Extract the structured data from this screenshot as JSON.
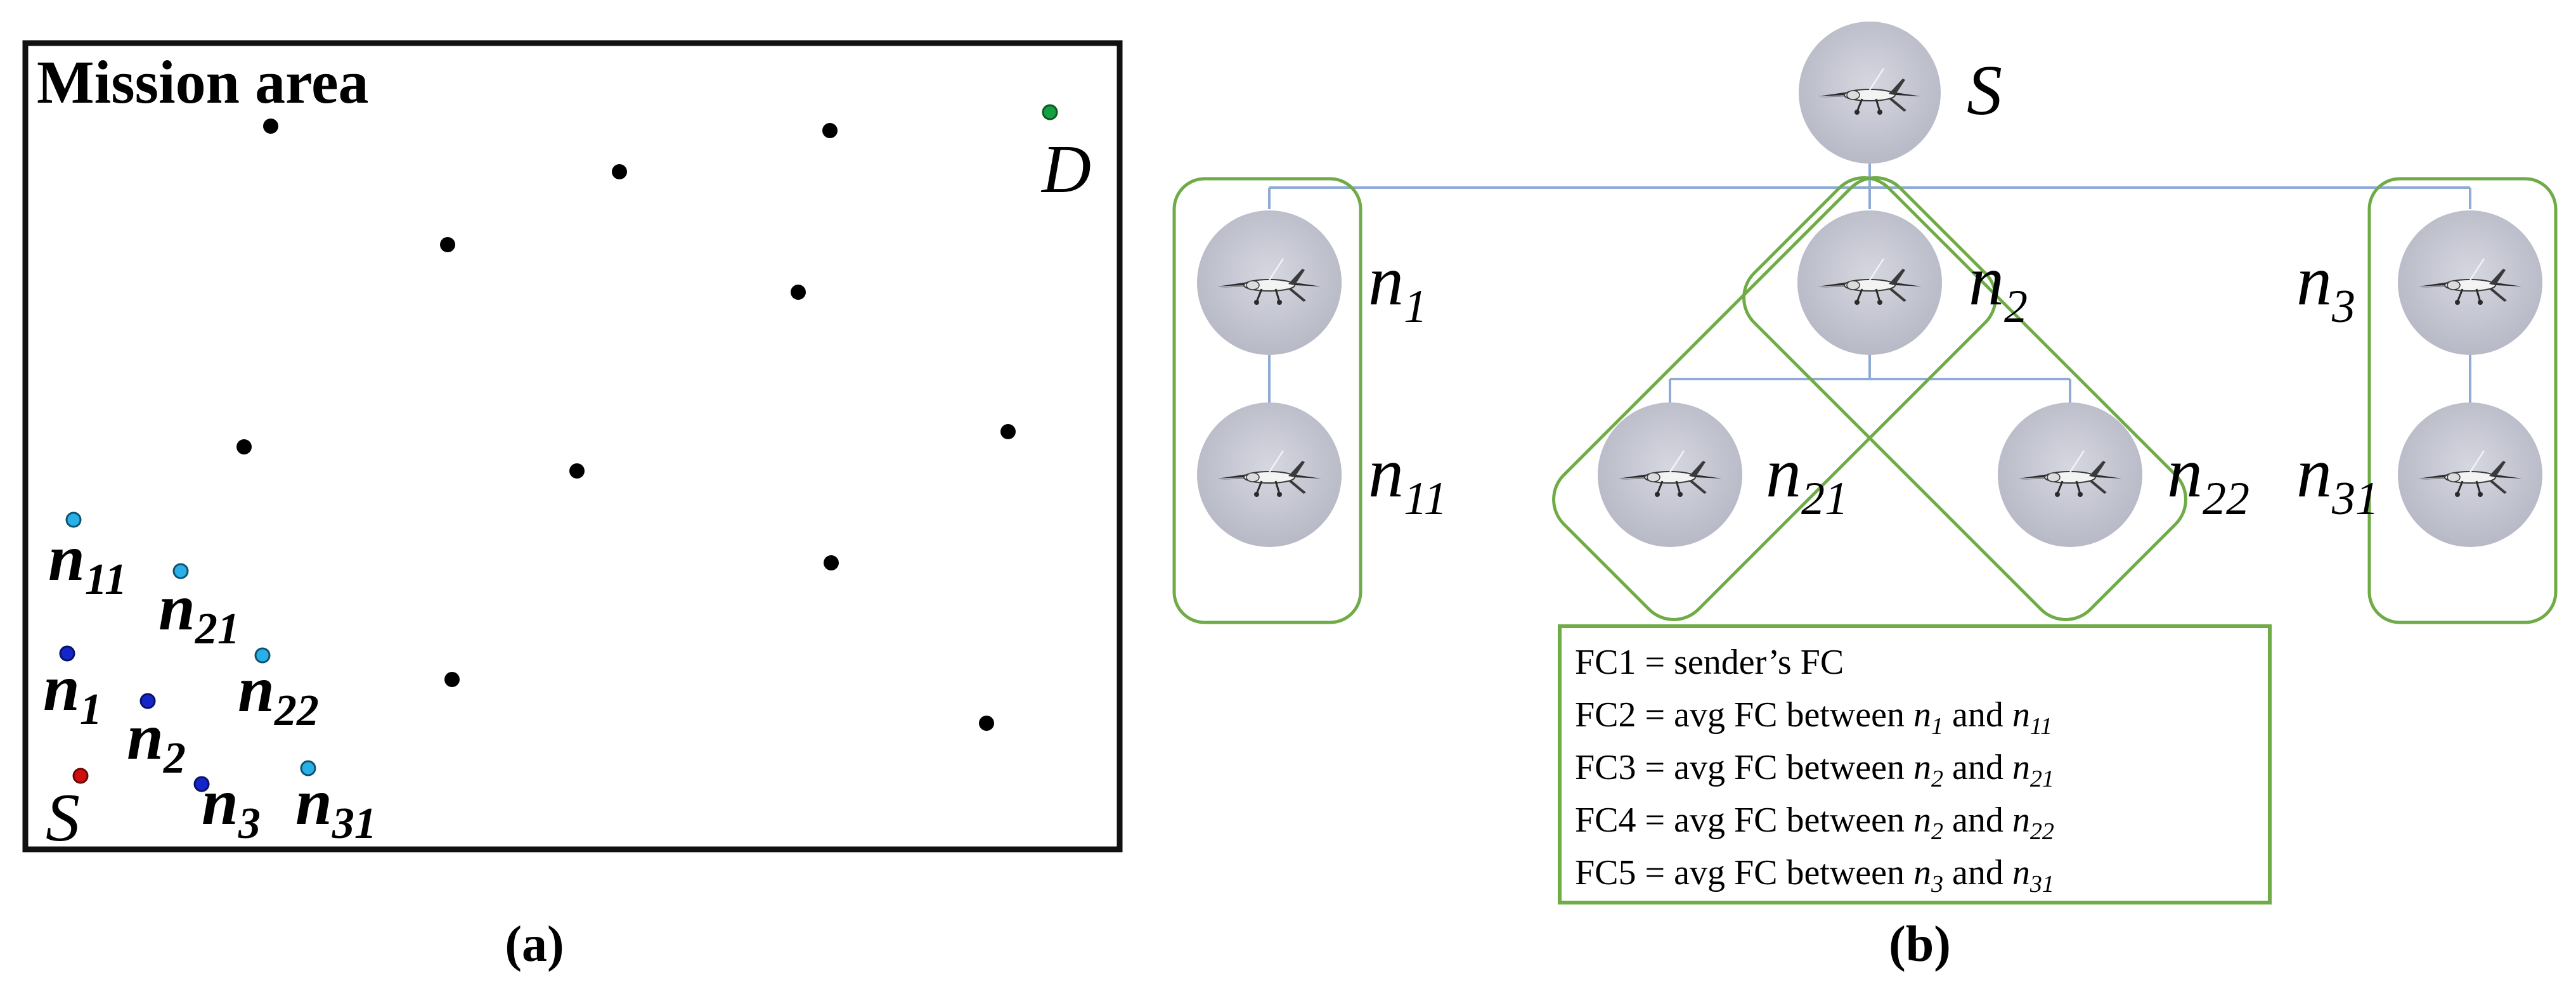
{
  "panel_a": {
    "title": "Mission area",
    "caption": "(a)",
    "colors": {
      "source": "#d01010",
      "destination": "#14a042",
      "first_hop": "#1426c8",
      "second_hop": "#2ab0e8",
      "other": "#000000"
    },
    "node_labels": {
      "S": "S",
      "D": "D",
      "n1": "n",
      "n1_sub": "1",
      "n2": "n",
      "n2_sub": "2",
      "n3": "n",
      "n3_sub": "3",
      "n11": "n",
      "n11_sub": "11",
      "n21": "n",
      "n21_sub": "21",
      "n22": "n",
      "n22_sub": "22",
      "n31": "n",
      "n31_sub": "31"
    }
  },
  "panel_b": {
    "caption": "(b)",
    "node_labels": {
      "S": "S",
      "n1": "n",
      "n1_sub": "1",
      "n2": "n",
      "n2_sub": "2",
      "n3": "n",
      "n3_sub": "3",
      "n11": "n",
      "n11_sub": "11",
      "n21": "n",
      "n21_sub": "21",
      "n22": "n",
      "n22_sub": "22",
      "n31": "n",
      "n31_sub": "31"
    },
    "colors": {
      "cluster_outline": "#6fab46",
      "tree_edge": "#8eaad5",
      "node_fill": "#c8c9d4"
    },
    "legend": [
      {
        "label": "FC1",
        "eq": " = ",
        "text": "sender’s FC"
      },
      {
        "label": "FC2",
        "eq": " = ",
        "text": "avg FC between ",
        "a": "n",
        "a_sub": "1",
        "and": " and ",
        "b": "n",
        "b_sub": "11"
      },
      {
        "label": "FC3",
        "eq": " = ",
        "text": "avg FC between ",
        "a": "n",
        "a_sub": "2",
        "and": " and ",
        "b": "n",
        "b_sub": "21"
      },
      {
        "label": "FC4",
        "eq": " = ",
        "text": "avg FC between ",
        "a": "n",
        "a_sub": "2",
        "and": " and ",
        "b": "n",
        "b_sub": "22"
      },
      {
        "label": "FC5",
        "eq": " = ",
        "text": "avg FC between ",
        "a": "n",
        "a_sub": "3",
        "and": " and ",
        "b": "n",
        "b_sub": "31"
      }
    ]
  }
}
